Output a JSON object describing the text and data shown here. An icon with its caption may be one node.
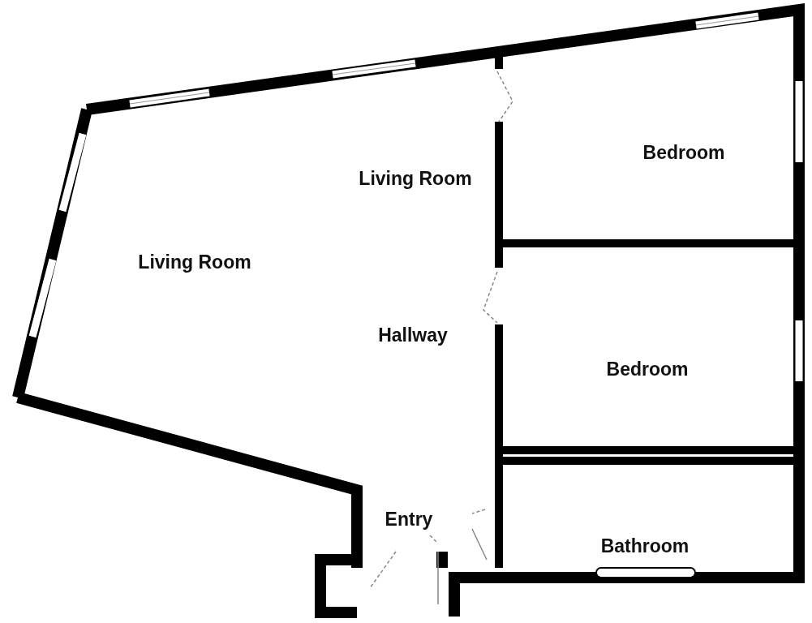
{
  "diagram": {
    "labels": [
      "Bedroom",
      "Living Room",
      "Living Room",
      "Hallway",
      "Bedroom",
      "Entry",
      "Bathroom"
    ]
  }
}
